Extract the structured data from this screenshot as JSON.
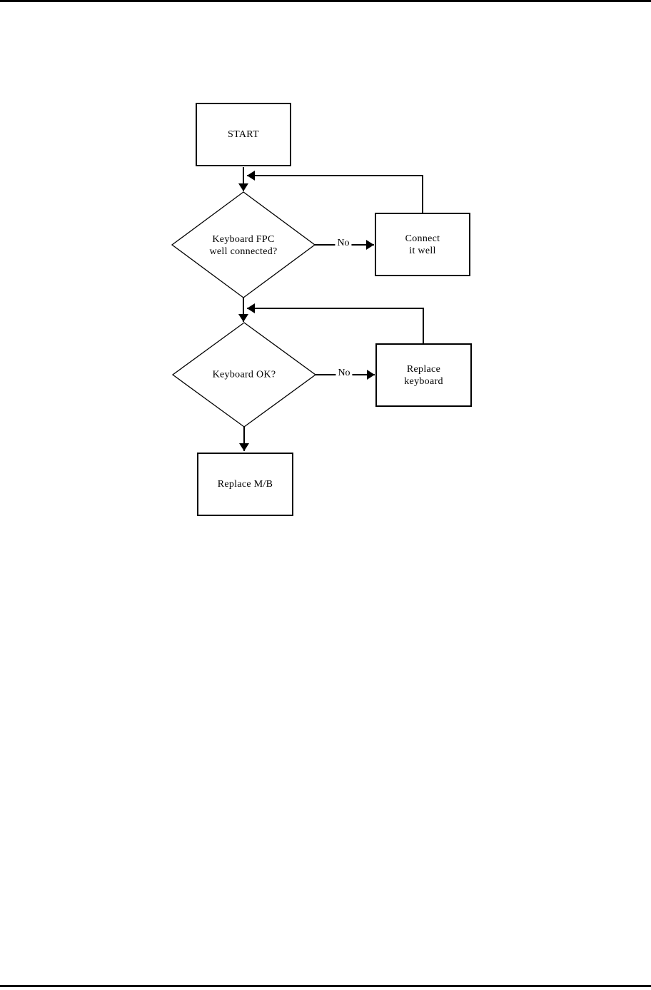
{
  "page": {
    "background": "#ffffff",
    "ink_color": "#000000"
  },
  "flowchart": {
    "nodes": {
      "start": {
        "type": "process",
        "label": "START"
      },
      "decision_fpc": {
        "type": "decision",
        "label_line1": "Keyboard FPC",
        "label_line2": "well connected?"
      },
      "connect_it_well": {
        "type": "process",
        "label_line1": "Connect",
        "label_line2": "it well"
      },
      "decision_keyboard": {
        "type": "decision",
        "label": "Keyboard OK?"
      },
      "replace_keyboard": {
        "type": "process",
        "label_line1": "Replace",
        "label_line2": "keyboard"
      },
      "replace_mb": {
        "type": "process",
        "label": "Replace M/B"
      }
    },
    "edges": {
      "no_fpc": {
        "label": "No"
      },
      "no_keyboard": {
        "label": "No"
      }
    }
  }
}
